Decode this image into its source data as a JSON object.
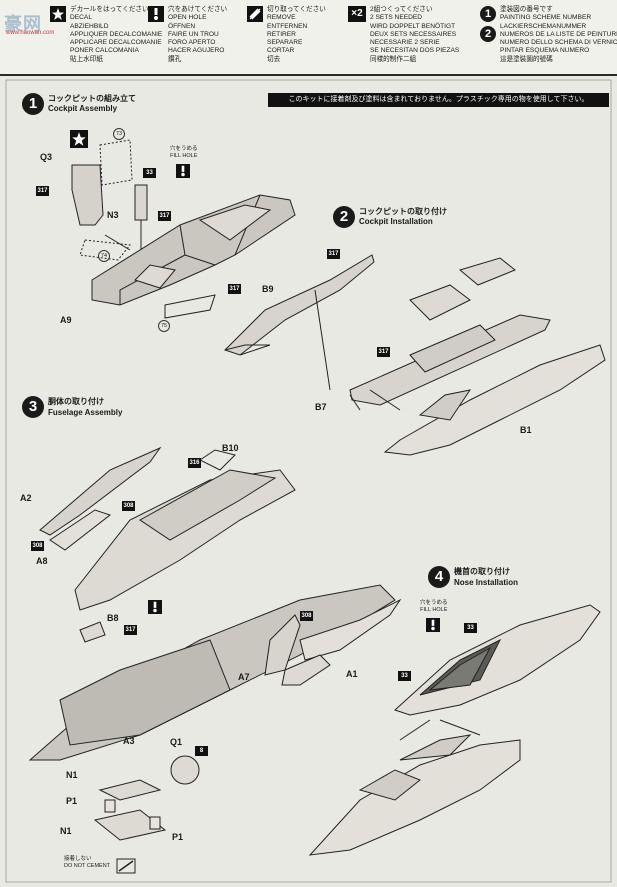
{
  "watermark": {
    "text": "豪网",
    "sub": "www.haowan.com"
  },
  "legend": [
    {
      "icon": "decal-icon",
      "lines": [
        "デカールをはってください",
        "DECAL",
        "ABZIEHBILD",
        "APPLIQUER DECALCOMANIE",
        "APPLICARE DECALCOMANIE",
        "PONER CALCOMANIA",
        "貼上水印紙"
      ]
    },
    {
      "icon": "hole-icon",
      "lines": [
        "穴をあけてください",
        "OPEN HOLE",
        "ÖFFNEN",
        "FAIRE UN TROU",
        "FORO APERTO",
        "HACER AGUJERO",
        "鑽孔"
      ]
    },
    {
      "icon": "cut-icon",
      "lines": [
        "切り取ってください",
        "REMOVE",
        "ENTFERNEN",
        "RETIRER",
        "SEPARARE",
        "CORTAR",
        "切去"
      ]
    },
    {
      "icon": "x2-icon",
      "lines": [
        "2組つくってください",
        "2 SETS NEEDED",
        "WIRD DOPPELT BENÖTIGT",
        "DEUX SETS NECESSAIRES",
        "NECESSARIE 2 SERIE",
        "SE NECESITAN DOS PIEZAS",
        "同樣的制作二組"
      ]
    },
    {
      "icon": "scheme-icon",
      "lines": [
        "塗装図の番号です",
        "PAINTING SCHEME NUMBER",
        "LACKIERSCHEMANUMMER",
        "NUMEROS DE LA LISTE DE PEINTURES",
        "NUMERO DELLO SCHEMA DI VERNICIATURA",
        "PINTAR ESQUEMA NUMERO",
        "這是塗裝圖的號碼"
      ]
    }
  ],
  "notice": "このキットに接着剤及び塗料は含まれておりません。プラスチック専用の物を使用して下さい。",
  "steps": [
    {
      "num": "1",
      "jp": "コックピットの組み立て",
      "en": "Cockpit Assembly"
    },
    {
      "num": "2",
      "jp": "コックピットの取り付け",
      "en": "Cockpit Installation"
    },
    {
      "num": "3",
      "jp": "胴体の取り付け",
      "en": "Fuselage Assembly"
    },
    {
      "num": "4",
      "jp": "機首の取り付け",
      "en": "Nose Installation"
    }
  ],
  "parts": {
    "q3": "Q3",
    "n3": "N3",
    "a9": "A9",
    "b9": "B9",
    "b7": "B7",
    "b1": "B1",
    "b10": "B10",
    "a2": "A2",
    "a8": "A8",
    "b8": "B8",
    "a7": "A7",
    "a1": "A1",
    "a3": "A3",
    "q1": "Q1",
    "n1a": "N1",
    "p1a": "P1",
    "n1b": "N1",
    "p1b": "P1"
  },
  "tags": {
    "t317a": "317",
    "t317b": "317",
    "t317c": "317",
    "t317d": "317",
    "t317e": "317",
    "t317f": "317",
    "t33a": "33",
    "t33b": "33",
    "t33c": "33",
    "t316": "316",
    "t308a": "308",
    "t308b": "308",
    "t308c": "308",
    "t8": "8"
  },
  "decals": {
    "d73": "73",
    "d74": "74",
    "d75": "75"
  },
  "fillhole": {
    "jp": "穴をうめる",
    "en": "FILL HOLE"
  },
  "nocement": {
    "jp": "接着しない",
    "en": "DO NOT CEMENT"
  },
  "scheme_marks": [
    "1",
    "2"
  ],
  "x2_label": "×2"
}
